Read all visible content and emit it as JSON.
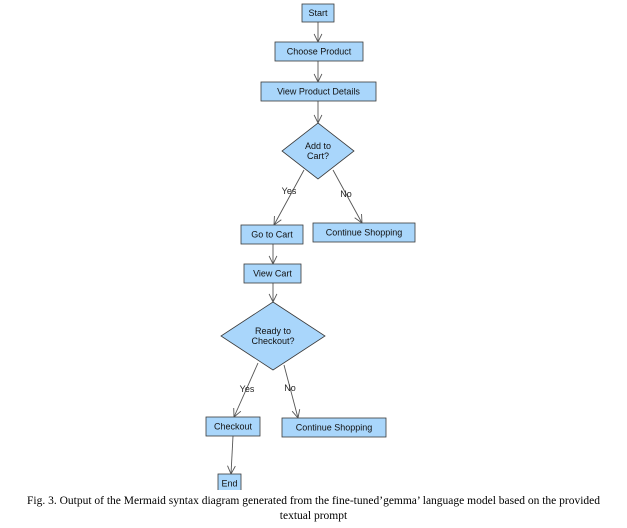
{
  "diagram": {
    "nodes": {
      "start": {
        "label": [
          "Start"
        ]
      },
      "choose": {
        "label": [
          "Choose Product"
        ]
      },
      "details": {
        "label": [
          "View Product Details"
        ]
      },
      "add": {
        "label": [
          "Add to",
          "Cart?"
        ]
      },
      "cart": {
        "label": [
          "Go to Cart"
        ]
      },
      "cont1": {
        "label": [
          "Continue Shopping"
        ]
      },
      "view": {
        "label": [
          "View Cart"
        ]
      },
      "ready": {
        "label": [
          "Ready to",
          "Checkout?"
        ]
      },
      "checkout": {
        "label": [
          "Checkout"
        ]
      },
      "cont2": {
        "label": [
          "Continue Shopping"
        ]
      },
      "end": {
        "label": [
          "End"
        ]
      }
    },
    "edges": [
      {
        "from": "start",
        "to": "choose",
        "label": ""
      },
      {
        "from": "choose",
        "to": "details",
        "label": ""
      },
      {
        "from": "details",
        "to": "add",
        "label": ""
      },
      {
        "from": "add",
        "to": "cart",
        "label": "Yes"
      },
      {
        "from": "add",
        "to": "cont1",
        "label": "No"
      },
      {
        "from": "cart",
        "to": "view",
        "label": ""
      },
      {
        "from": "view",
        "to": "ready",
        "label": ""
      },
      {
        "from": "ready",
        "to": "checkout",
        "label": "Yes"
      },
      {
        "from": "ready",
        "to": "cont2",
        "label": "No"
      },
      {
        "from": "checkout",
        "to": "end",
        "label": ""
      }
    ]
  },
  "caption": {
    "line1": "Fig. 3. Output of the Mermaid syntax diagram generated from the fine-tuned’gemma’ language model based on the provided",
    "line2": "textual prompt"
  }
}
